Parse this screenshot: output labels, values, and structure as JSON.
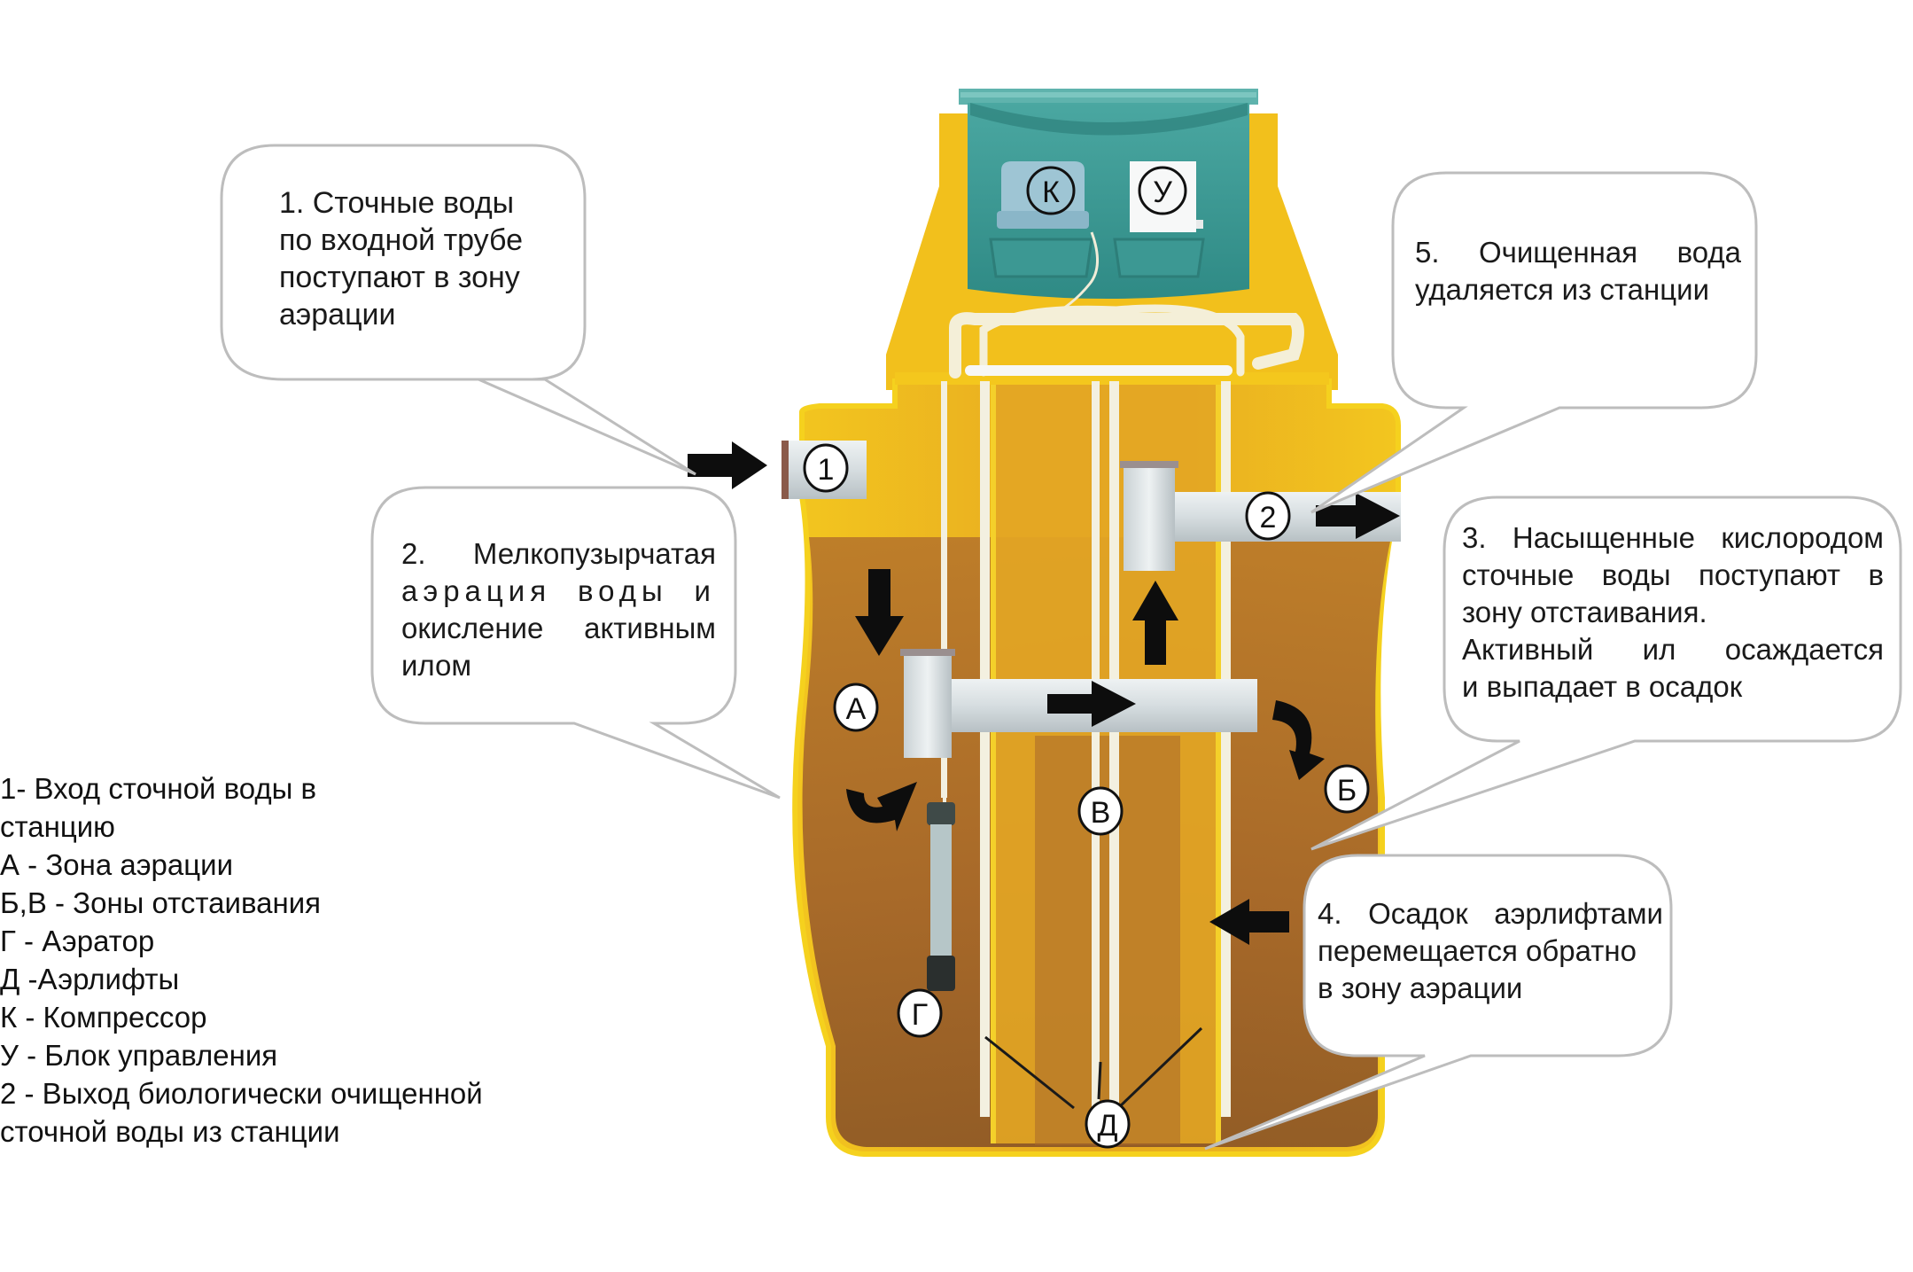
{
  "bubbles": [
    {
      "id": 1,
      "lines": [
        "1. Сточные воды",
        "по входной трубе",
        "поступают в зону",
        " аэрации"
      ]
    },
    {
      "id": 2,
      "lines": [
        "2. Мелкопузырчатая",
        "аэрация воды и",
        "окисление активным",
        "илом"
      ]
    },
    {
      "id": 3,
      "lines": [
        "3. Насыщенные кислородом",
        "сточные воды поступают в",
        "зону отстаивания.",
        "Активный ил осаждается",
        "и выпадает в осадок"
      ]
    },
    {
      "id": 4,
      "lines": [
        "4. Осадок аэрлифтами",
        "перемещается обратно",
        "в зону аэрации"
      ]
    },
    {
      "id": 5,
      "lines": [
        "5. Очищенная вода",
        "удаляется из станции"
      ]
    }
  ],
  "markers": {
    "inlet": "1",
    "outlet": "2",
    "aeration_zone": "А",
    "settling_zone_b": "Б",
    "settling_zone_v": "В",
    "aerator": "Г",
    "airlifts": "Д",
    "compressor": "К",
    "control_unit": "У"
  },
  "legend": [
    "1- Вход сточной воды в",
    "станцию",
    "А - Зона аэрации",
    "Б,В - Зоны отстаивания",
    "Г - Аэратор",
    "Д -Аэрлифты",
    "К - Компрессор",
    "У - Блок управления",
    "2 - Выход биологически очищенной",
    "сточной воды из станции"
  ],
  "colors": {
    "tank_yellow": "#f2c21c",
    "tank_body": "#e2a31f",
    "water_brown": "#a8692a",
    "lid_teal": "#3e9a95",
    "pipe_grey": "#d3dadd",
    "bubble_border": "#b8b8b8",
    "arrow": "#0d0d0d"
  }
}
